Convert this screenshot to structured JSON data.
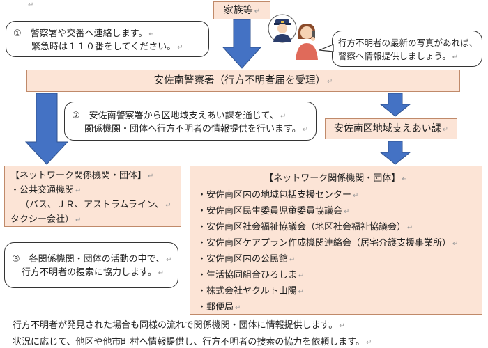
{
  "top_mark": "↵",
  "family_box": "家族等",
  "step1": {
    "line1": "①　警察署や交番へ連絡します。",
    "line2": "緊急時は１１０番をしてください。"
  },
  "photo_bubble": {
    "line1": "行方不明者の最新の写真があれば、",
    "line2": "警察へ情報提供しましょう。"
  },
  "police_box": "安佐南警察署（行方不明者届を受理）",
  "step2": {
    "line1": "②　安佐南警察署から区地域支えあい課を通じて、",
    "line2": "関係機関・団体へ行方不明者の情報提供を行います。"
  },
  "ward_box": "安佐南区地域支えあい課",
  "left_network": {
    "title": "【ネットワーク関係機関・団体】",
    "item1": "・公共交通機関",
    "item1_detail1": "（バス、ＪＲ、アストラムライン、",
    "item1_detail2": "タクシー会社）"
  },
  "right_network": {
    "title": "【ネットワーク関係機関・団体】",
    "items": [
      "・安佐南区内の地域包括支援センター",
      "・安佐南区民生委員児童委員協議会",
      "・安佐南区社会福祉協議会（地区社会福祉協議会）",
      "・安佐南区ケアプラン作成機関連絡会（居宅介護支援事業所）",
      "・安佐南区内の公民館",
      "・生活協同組合ひろしま",
      "・株式会社ヤクルト山陽",
      "・郵便局"
    ]
  },
  "step3": {
    "line1": "③　各関係機関・団体の活動の中で、",
    "line2": "行方不明者の捜索に協力します。"
  },
  "footer": {
    "line1": "行方不明者が発見された場合も同様の流れで関係機関・団体に情報提供します。",
    "line2": "状況に応じて、他区や他市町村へ情報提供し、行方不明者の捜索の協力を依頼します。"
  },
  "colors": {
    "arrow": "#4472c4",
    "peach": "#fce4d6",
    "border": "#c08a6a"
  },
  "icons": [
    "police-officer-icon",
    "woman-calling-icon"
  ]
}
